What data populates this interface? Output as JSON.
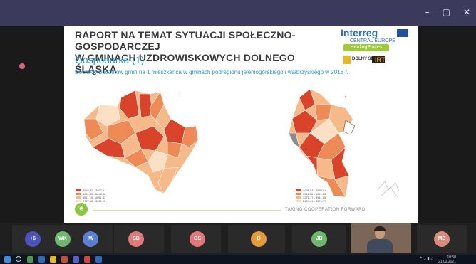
{
  "window": {
    "minimize": "–",
    "restore": "▢",
    "close": "✕"
  },
  "slide": {
    "title_line1": "RAPORT NA TEMAT SYTUACJI SPOŁECZNO-GOSPODARCZEJ",
    "title_line2": "W GMINACH UZDROWISKOWYCH DOLNEGO ŚLĄSKA",
    "subtitle": "Gospodarka (1)",
    "description": "Dochody budżetów gmin na 1 mieszkańca w gminach podregionu jeleniogórskiego i wałbrzyskiego w 2018 r.",
    "logo_interreg": "Interreg",
    "logo_central_europe": "CENTRAL EUROPE",
    "logo_healingplaces": "HealingPlaces",
    "logo_dolny_slask": "DOLNY ŚLĄSK",
    "logo_irt": "IRT",
    "footer_tag": "TAKING COOPERATION FORWARD",
    "legend_left": [
      "3946,42 - 7897,01",
      "4091,33 - 5046,42",
      "3511,15 - 4091,33",
      "2727,68 - 3511,15"
    ],
    "legend_right": [
      "4091,33 - 7897,01",
      "3511,15 - 4091,33",
      "3271,77 - 3511,15",
      "2424,43 - 3271,77"
    ],
    "colors": {
      "dark": "#d8432a",
      "mid": "#ee8a55",
      "light": "#f6b98a",
      "pale": "#fbe0c6"
    }
  },
  "participants": [
    {
      "initials": "+6",
      "color": "#4b53bc"
    },
    {
      "initials": "WK",
      "color": "#6fb76e"
    },
    {
      "initials": "IW",
      "color": "#5b7fd6"
    },
    {
      "initials": "SB",
      "color": "#e2787a"
    },
    {
      "initials": "OS",
      "color": "#e2787a"
    },
    {
      "initials": "B",
      "color": "#e89a3c"
    },
    {
      "initials": "JB",
      "color": "#6fb76e"
    },
    {
      "initials": "MB",
      "color": "#d98a7a"
    }
  ],
  "taskbar": {
    "time": "10:50",
    "date": "21.02.2021"
  }
}
